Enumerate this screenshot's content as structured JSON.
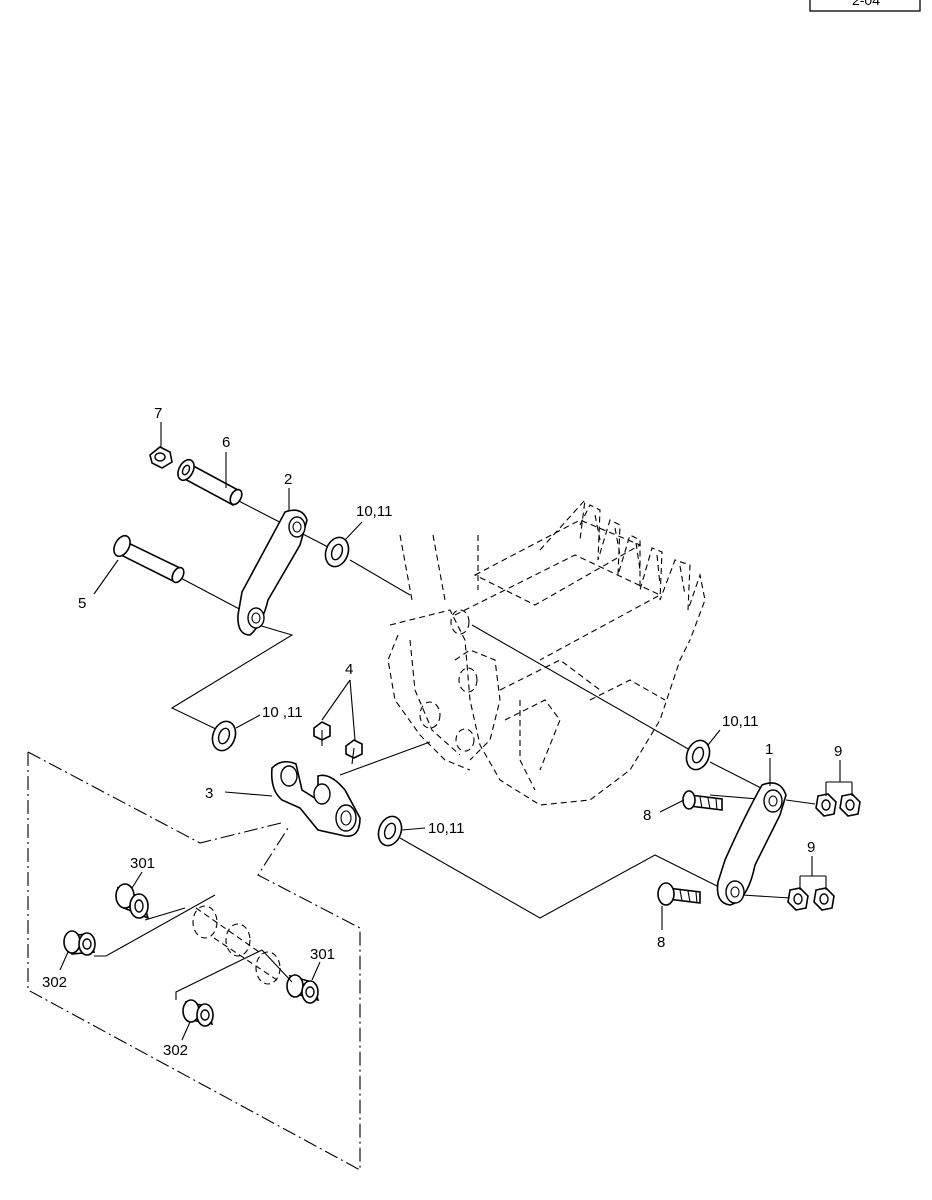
{
  "page_ref": "2-04",
  "callouts": {
    "c1": "1",
    "c2": "2",
    "c3": "3",
    "c4": "4",
    "c5": "5",
    "c6": "6",
    "c7": "7",
    "c8a": "8",
    "c8b": "8",
    "c9a": "9",
    "c9b": "9",
    "c10a": "10,11",
    "c10b": "10 ,11",
    "c10c": "10,11",
    "c10d": "10,11",
    "c301a": "301",
    "c301b": "301",
    "c302a": "302",
    "c302b": "302"
  }
}
